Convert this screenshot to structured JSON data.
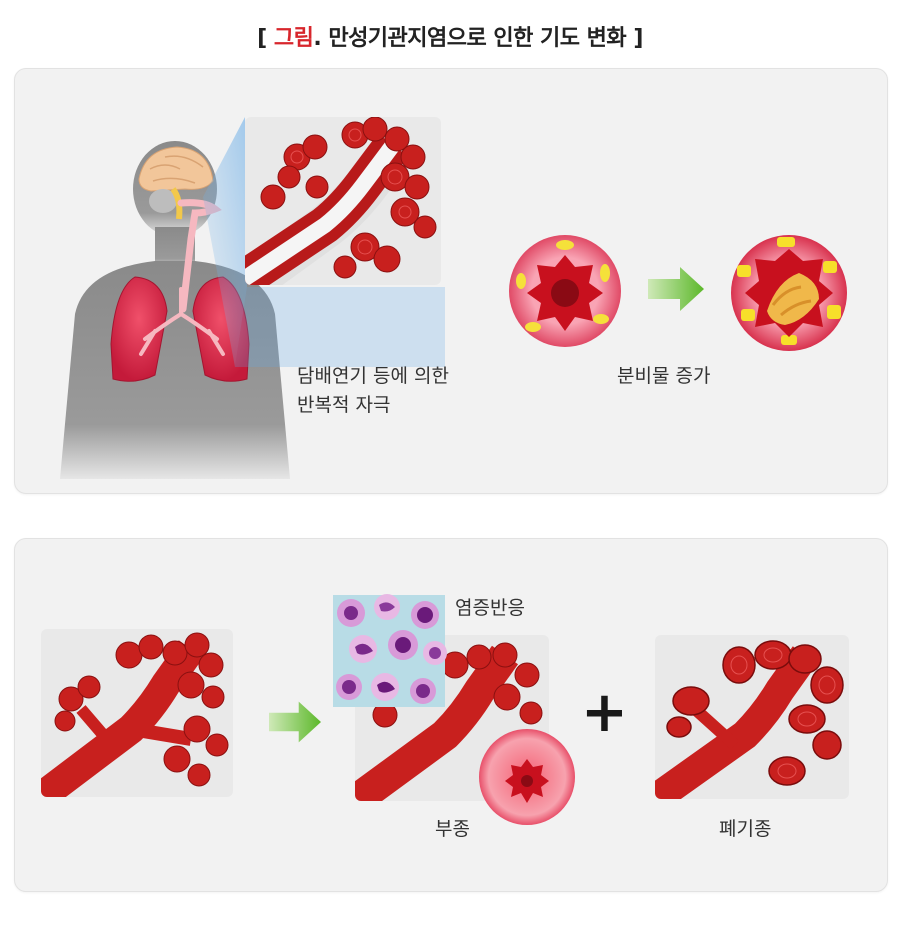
{
  "title": {
    "bracket_open": "[ ",
    "accent": "그림",
    "rest": ". 만성기관지염으로 인한 기도 변화",
    "bracket_close": " ]"
  },
  "panel1": {
    "label_irritation_line1": "담배연기 등에 의한",
    "label_irritation_line2": "반복적 자극",
    "label_secretion": "분비물 증가"
  },
  "panel2": {
    "label_inflammation": "염증반응",
    "label_edema": "부종",
    "plus_symbol": "+",
    "label_emphysema": "폐기종"
  },
  "colors": {
    "accent": "#d8262c",
    "arrow_green": "#6fc13a",
    "tissue_red": "#c8201e",
    "panel_bg": "#f2f2f2"
  }
}
